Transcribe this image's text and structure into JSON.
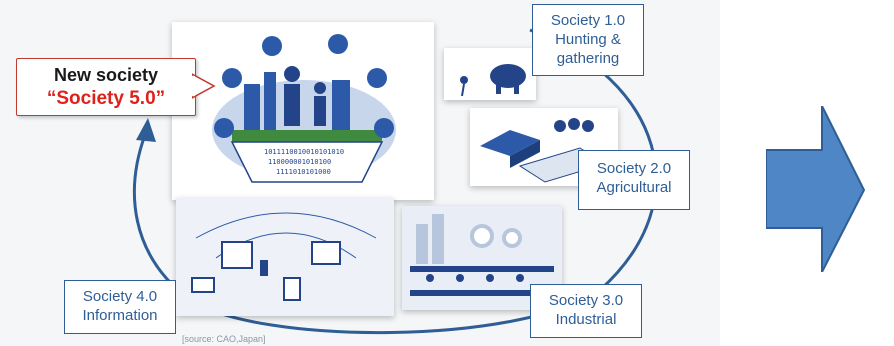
{
  "new_society": {
    "line1": "New society",
    "line2": "“Society 5.0”"
  },
  "stages": [
    {
      "line1": "Society 1.0",
      "line2": "Hunting &",
      "line3": "gathering"
    },
    {
      "line1": "Society 2.0",
      "line2": "Agricultural"
    },
    {
      "line1": "Society 3.0",
      "line2": "Industrial"
    },
    {
      "line1": "Society 4.0",
      "line2": "Information"
    }
  ],
  "source": "[source: CAO,Japan]",
  "colors": {
    "accent_blue": "#2f5e96",
    "arrow_fill": "#4f86c6",
    "red": "#e0201b"
  }
}
